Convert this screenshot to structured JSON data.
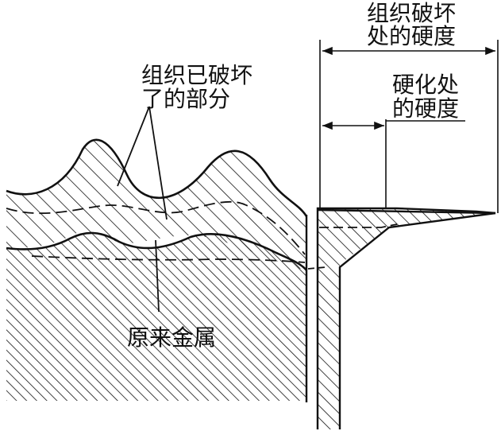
{
  "labels": {
    "destroyed_part_line1": "组织已破坏",
    "destroyed_part_line2": "了的部分",
    "original_metal": "原来金属",
    "destroyed_hardness_line1": "组织破坏",
    "destroyed_hardness_line2": "处的硬度",
    "hardened_hardness_line1": "硬化处",
    "hardened_hardness_line2": "的硬度"
  },
  "colors": {
    "ink": "#111111",
    "background": "#ffffff"
  }
}
